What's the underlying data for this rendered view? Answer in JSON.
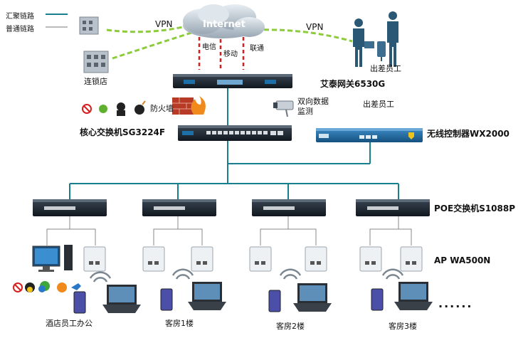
{
  "legend": {
    "aggregated": "汇聚链路",
    "normal": "普通链路"
  },
  "cloud_label": "Internet",
  "isps": [
    "电信",
    "移动",
    "联通"
  ],
  "vpn_labels": [
    "VPN",
    "VPN"
  ],
  "nodes": {
    "chain_store": "连锁店",
    "remote_staff_top": "出差员工",
    "gateway": "艾泰网关6530G",
    "remote_staff_mid": "出差员工",
    "firewall": "防火墙",
    "monitor": "双向数据监测",
    "core_switch": "核心交换机SG3224F",
    "wireless_controller": "无线控制器WX2000",
    "poe_switch": "POE交换机S1088P",
    "ap": "AP WA500N"
  },
  "areas": [
    "酒店员工办公",
    "客房1楼",
    "客房2楼",
    "客房3楼"
  ],
  "ellipsis": "......",
  "colors": {
    "aggregate_line": "#1a7f8c",
    "vpn_line": "#8ccc3a",
    "isp_line": "#d81e1e",
    "device_dark": "#1c2530",
    "controller_blue": "#1d6fa8"
  }
}
